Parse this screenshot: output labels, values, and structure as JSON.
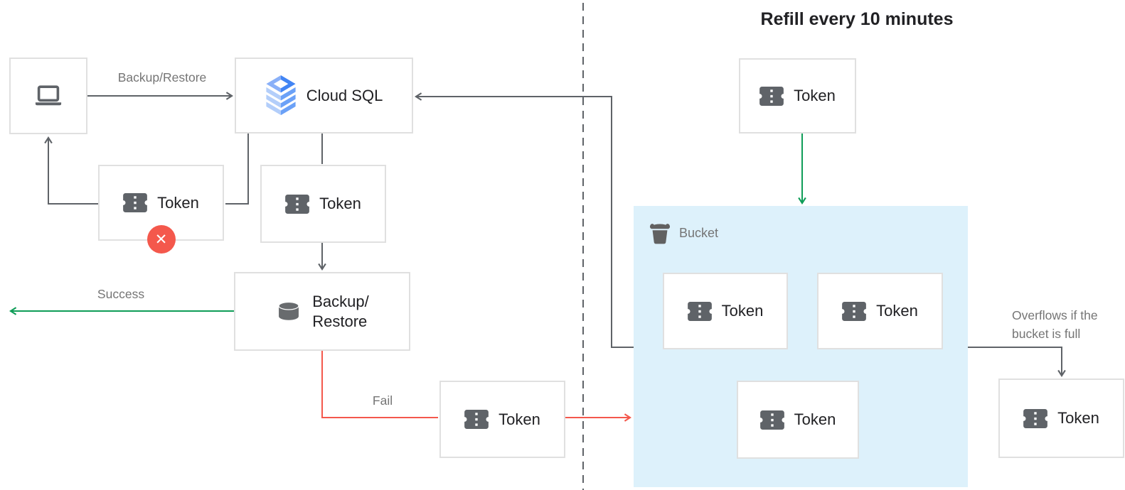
{
  "title": "Refill every 10 minutes",
  "edges": {
    "backup_restore": "Backup/Restore",
    "success": "Success",
    "fail": "Fail",
    "overflow_line1": "Overflows if the",
    "overflow_line2": "bucket is full"
  },
  "bucket": {
    "label": "Bucket"
  },
  "nodes": {
    "cloud_sql": {
      "label": "Cloud SQL"
    },
    "backup_restore": {
      "line1": "Backup/",
      "line2": "Restore"
    },
    "token_denied": {
      "label": "Token"
    },
    "token_queue": {
      "label": "Token"
    },
    "token_fail": {
      "label": "Token"
    },
    "token_refill": {
      "label": "Token"
    },
    "token_bucket_1": {
      "label": "Token"
    },
    "token_bucket_2": {
      "label": "Token"
    },
    "token_bucket_3": {
      "label": "Token"
    },
    "token_overflow": {
      "label": "Token"
    }
  },
  "icons": {
    "laptop": "laptop-icon",
    "cloud_sql": "cloud-sql-icon",
    "token": "ticket-icon",
    "database": "database-cylinder-icon",
    "bucket": "bucket-icon",
    "denied": "red-x-icon"
  },
  "colors": {
    "line_gray": "#5f6368",
    "green": "#0f9d58",
    "red": "#f4584c",
    "bucket_fill": "#ddf1fb",
    "box_border": "#e0e0e0",
    "text_dark": "#212124",
    "label_gray": "#757575",
    "icon_gray": "#5f6368",
    "cloud_sql_blue": "#4285f4",
    "cloud_sql_blue_mid": "#6ba1f7",
    "cloud_sql_blue_light": "#b3cefa"
  }
}
